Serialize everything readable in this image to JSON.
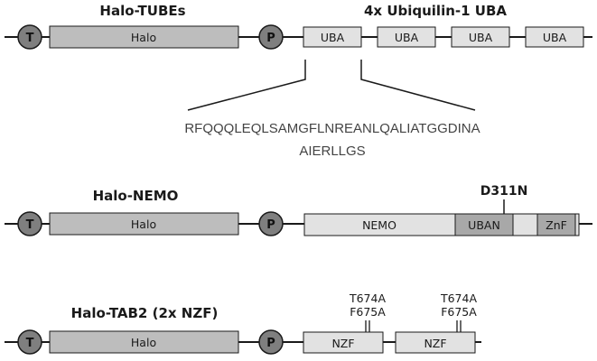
{
  "colors": {
    "line": "#1a1a1a",
    "halo_fill": "#bdbdbd",
    "domain_fill": "#e2e2e2",
    "domain_dark_fill": "#a8a8a8",
    "tag_fill": "#7f7f7f"
  },
  "constructs": [
    {
      "title": "Halo-TUBEs",
      "tag_t": "T",
      "halo": "Halo",
      "tag_p": "P",
      "uba_title": "4x Ubiquilin-1 UBA",
      "uba_domains": [
        "UBA",
        "UBA",
        "UBA",
        "UBA"
      ],
      "sequence_line1": "RFQQQLEQLSAMGFLNREANLQALIATGGDINA",
      "sequence_line2": "AIERLLGS"
    },
    {
      "title": "Halo-NEMO",
      "tag_t": "T",
      "halo": "Halo",
      "tag_p": "P",
      "nemo": "NEMO",
      "uban": "UBAN",
      "znf": "ZnF",
      "mutation": "D311N"
    },
    {
      "title": "Halo-TAB2 (2x NZF)",
      "tag_t": "T",
      "halo": "Halo",
      "tag_p": "P",
      "nzf_domains": [
        "NZF",
        "NZF"
      ],
      "mutations": [
        {
          "line1": "T674A",
          "line2": "F675A"
        },
        {
          "line1": "T674A",
          "line2": "F675A"
        }
      ]
    }
  ]
}
